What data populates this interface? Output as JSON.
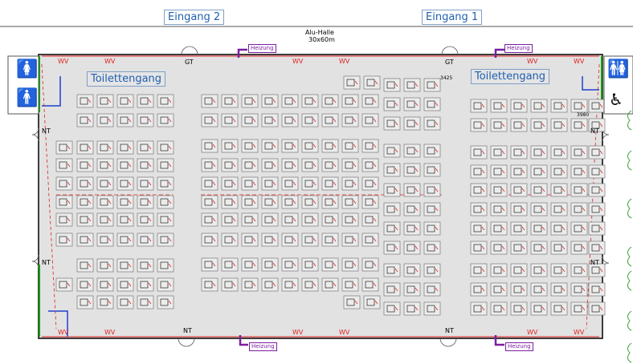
{
  "entrances": [
    {
      "label": "Eingang 2"
    },
    {
      "label": "Eingang 1"
    }
  ],
  "hall": {
    "name": "Alu-Halle",
    "size": "30x60m"
  },
  "toilet_corridors": [
    {
      "label": "Toilettengang"
    },
    {
      "label": "Toilettengang"
    }
  ],
  "heaters": {
    "label": "Heizung"
  },
  "markers": {
    "gt": "GT",
    "nt": "NT",
    "wv": "WV"
  },
  "dimensions": {
    "d1": "3425",
    "d2": "3980"
  },
  "icons": [
    "female-toilet-icon",
    "male-toilet-icon",
    "toilets-icon",
    "wheelchair-wc-icon",
    "tree-icon",
    "door-swing-icon"
  ],
  "colors": {
    "hall_fill": "#e0e0e0",
    "wall": "#000000",
    "stand_number": "#e02020",
    "heater": "#7a1fa0",
    "entrance_label": "#1f5fb0",
    "accent_green": "#10a010"
  }
}
